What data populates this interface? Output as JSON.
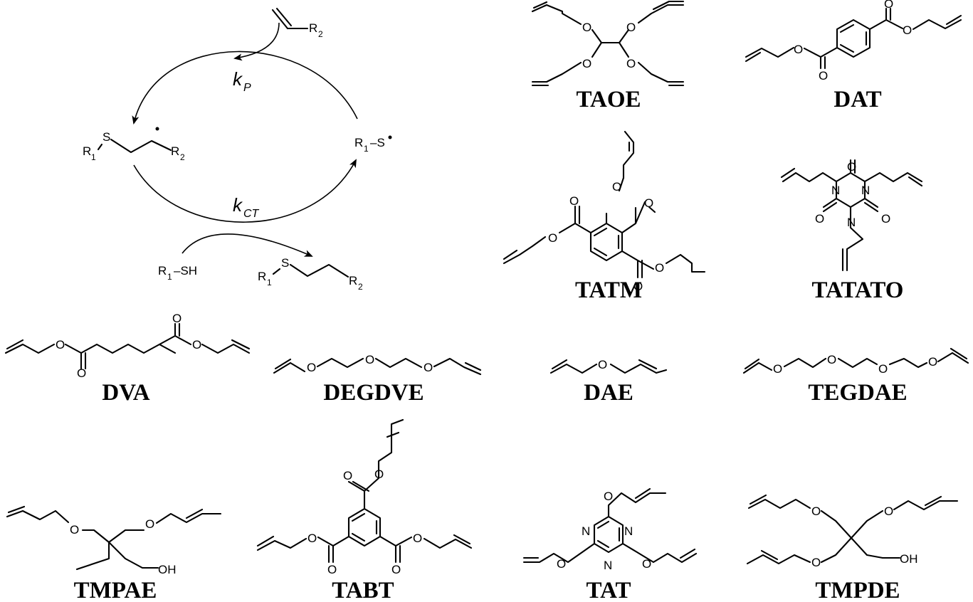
{
  "mechanism": {
    "rate_propagation": "k",
    "rate_propagation_sub": "P",
    "rate_chain_transfer": "k",
    "rate_chain_transfer_sub": "CT",
    "R1": "R",
    "R1_sub": "1",
    "R2": "R",
    "R2_sub": "2",
    "sulfur": "S",
    "thiol_SH": "–SH",
    "thiyl_S": "–S"
  },
  "atoms": {
    "oxygen": "O",
    "nitrogen": "N",
    "hydroxyl": "OH"
  },
  "compounds": [
    {
      "id": "TAOE",
      "label": "TAOE"
    },
    {
      "id": "DAT",
      "label": "DAT"
    },
    {
      "id": "TATM",
      "label": "TATM"
    },
    {
      "id": "TATATO",
      "label": "TATATO"
    },
    {
      "id": "DVA",
      "label": "DVA"
    },
    {
      "id": "DEGDVE",
      "label": "DEGDVE"
    },
    {
      "id": "DAE",
      "label": "DAE"
    },
    {
      "id": "TEGDAE",
      "label": "TEGDAE"
    },
    {
      "id": "TMPAE",
      "label": "TMPAE"
    },
    {
      "id": "TABT",
      "label": "TABT"
    },
    {
      "id": "TAT",
      "label": "TAT"
    },
    {
      "id": "TMPDE",
      "label": "TMPDE"
    }
  ]
}
